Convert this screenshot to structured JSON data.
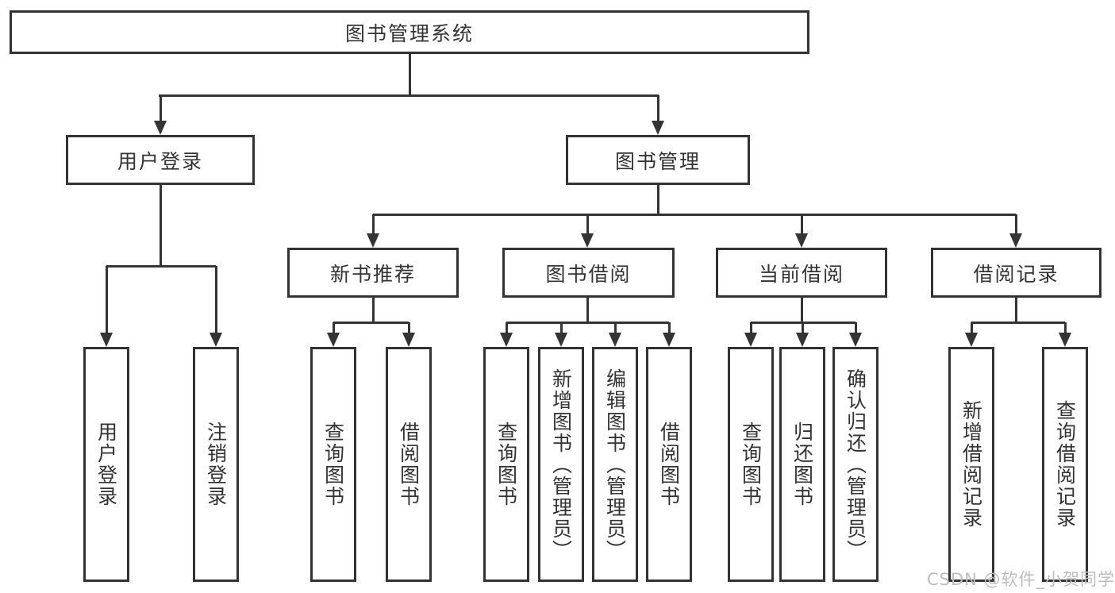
{
  "diagram_title": "图书管理系统",
  "nodes": {
    "root": "图书管理系统",
    "user_login": "用户登录",
    "book_management": "图书管理",
    "new_book_recommend": "新书推荐",
    "book_borrowing": "图书借阅",
    "current_borrowing": "当前借阅",
    "borrowing_records": "借阅记录",
    "leaf_user_login": "用户登录",
    "leaf_logout": "注销登录",
    "leaf_query_books_newrec": "查询图书",
    "leaf_borrow_books_newrec": "借阅图书",
    "leaf_query_books_borrow": "查询图书",
    "leaf_add_book_admin": "新增图书（管理员）",
    "leaf_edit_book_admin": "编辑图书（管理员）",
    "leaf_borrow_books_borrow": "借阅图书",
    "leaf_query_books_current": "查询图书",
    "leaf_return_books": "归还图书",
    "leaf_confirm_return_admin": "确认归还（管理员）",
    "leaf_add_borrow_record": "新增借阅记录",
    "leaf_query_borrow_record": "查询借阅记录"
  },
  "watermark": "CSDN @软件_小贺同学",
  "colors": {
    "line": "#343434",
    "border": "#333333",
    "text": "#333333",
    "watermark": "#bdbdbd",
    "background": "#ffffff"
  }
}
